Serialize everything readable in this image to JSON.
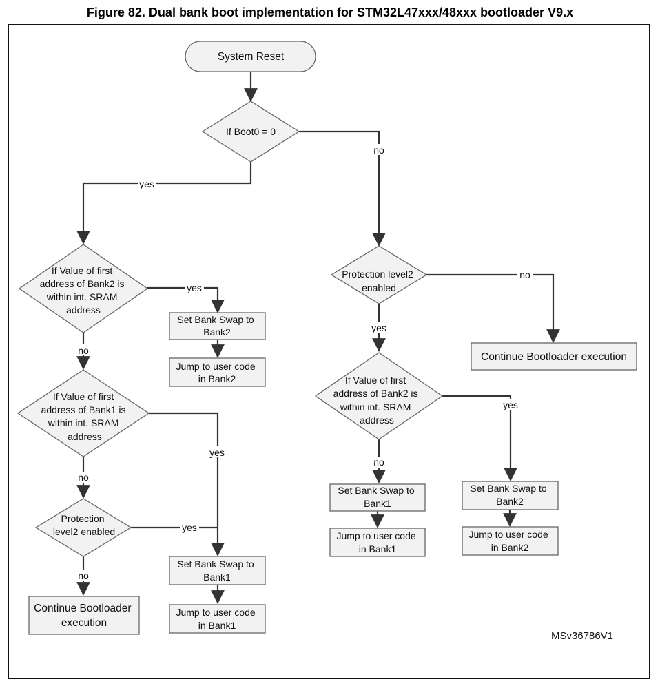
{
  "figure": {
    "title": "Figure 82. Dual bank boot implementation for STM32L47xxx/48xxx bootloader V9.x"
  },
  "watermark": "MSv36786V1",
  "nodes": {
    "system_reset": [
      "System Reset"
    ],
    "boot0_check": [
      "If Boot0 = 0"
    ],
    "left_bank2_check": [
      "If Value of first",
      "address of Bank2 is",
      "within int. SRAM",
      "address"
    ],
    "left_set_swap_bank2": [
      "Set Bank Swap to",
      "Bank2"
    ],
    "left_jump_bank2": [
      "Jump to user code",
      "in Bank2"
    ],
    "left_bank1_check": [
      "If Value of first",
      "address of Bank1 is",
      "within int. SRAM",
      "address"
    ],
    "left_protection_check": [
      "Protection",
      "level2 enabled"
    ],
    "left_continue": [
      "Continue Bootloader",
      "execution"
    ],
    "left_set_swap_bank1": [
      "Set Bank Swap to",
      "Bank1"
    ],
    "left_jump_bank1": [
      "Jump to user code",
      "in Bank1"
    ],
    "right_protection_check": [
      "Protection level2",
      "enabled"
    ],
    "right_continue": [
      "Continue Bootloader execution"
    ],
    "right_bank2_check": [
      "If Value of first",
      "address of Bank2 is",
      "within int. SRAM",
      "address"
    ],
    "right_set_swap_bank1": [
      "Set Bank Swap to",
      "Bank1"
    ],
    "right_jump_bank1": [
      "Jump to user code",
      "in Bank1"
    ],
    "right_set_swap_bank2": [
      "Set Bank Swap to",
      "Bank2"
    ],
    "right_jump_bank2": [
      "Jump to user code",
      "in Bank2"
    ]
  },
  "labels": {
    "yes": "yes",
    "no": "no"
  }
}
